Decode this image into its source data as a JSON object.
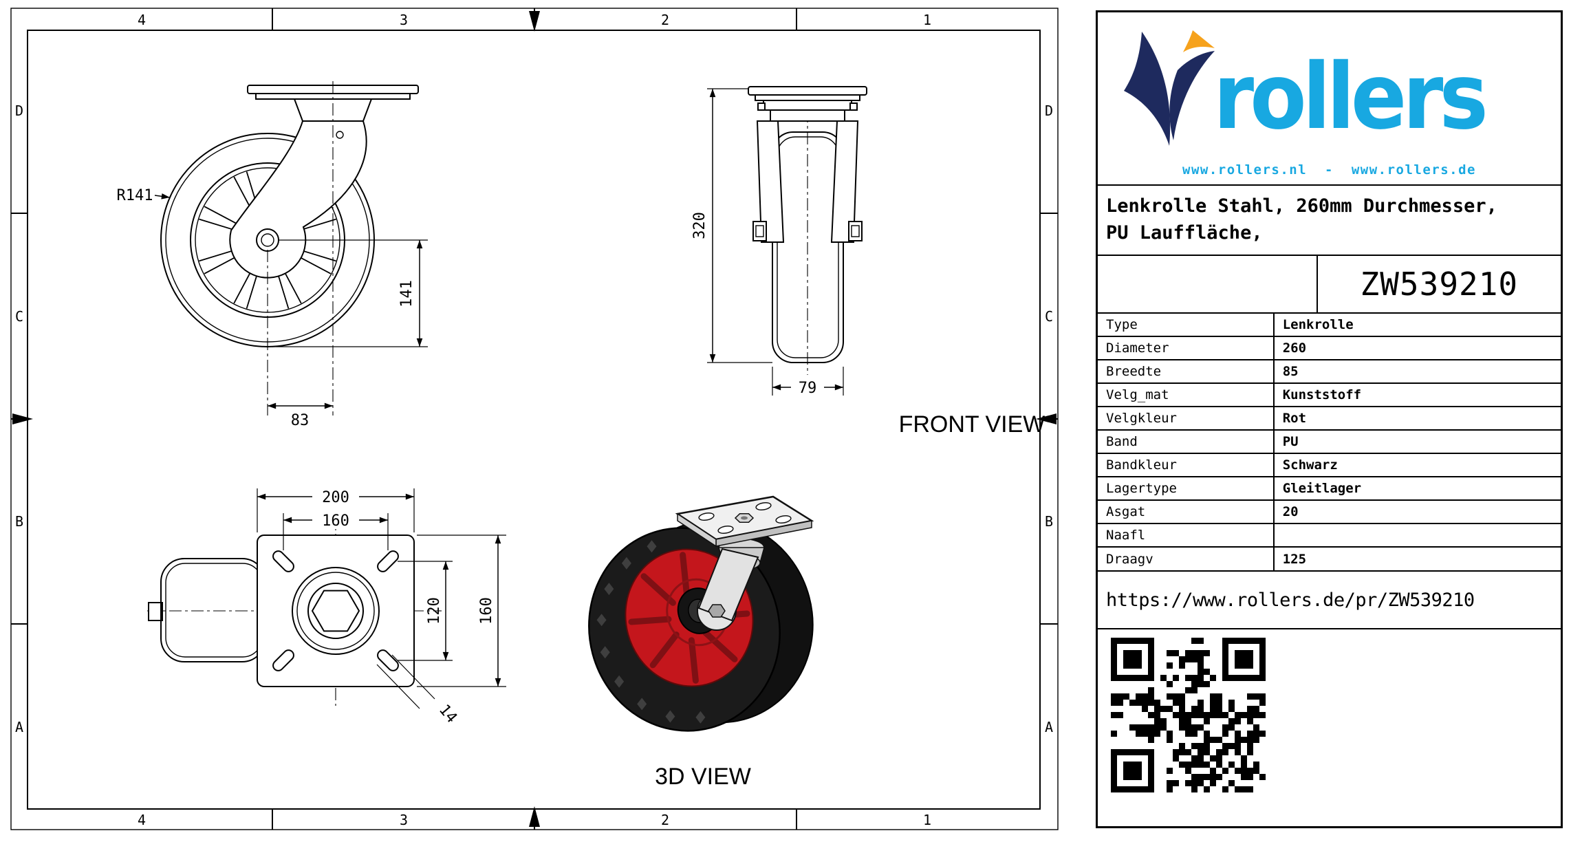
{
  "frame": {
    "zone_cols": [
      "4",
      "3",
      "2",
      "1"
    ],
    "zone_rows": [
      "D",
      "C",
      "B",
      "A"
    ]
  },
  "views": {
    "front_view_label": "FRONT VIEW",
    "three_d_view_label": "3D VIEW"
  },
  "dimensions": {
    "side": {
      "radius": "R141",
      "center_height": "141",
      "swivel_offset": "83"
    },
    "front": {
      "total_height": "320",
      "wheel_width": "79"
    },
    "plate": {
      "plate_length": "200",
      "bolt_pattern_length": "160",
      "bolt_pattern_width": "120",
      "plate_width": "160",
      "bolt_hole": "14"
    }
  },
  "title_block": {
    "logo_text": "rollers",
    "websites": "www.rollers.nl  -  www.rollers.de",
    "title_line1": "Lenkrolle Stahl, 260mm Durchmesser,",
    "title_line2": "PU Lauffläche,",
    "part_number": "ZW539210",
    "properties": [
      {
        "label": "Type",
        "value": "Lenkrolle"
      },
      {
        "label": "Diameter",
        "value": "260"
      },
      {
        "label": "Breedte",
        "value": "85"
      },
      {
        "label": "Velg_mat",
        "value": "Kunststoff"
      },
      {
        "label": "Velgkleur",
        "value": "Rot"
      },
      {
        "label": "Band",
        "value": "PU"
      },
      {
        "label": "Bandkleur",
        "value": "Schwarz"
      },
      {
        "label": "Lagertype",
        "value": "Gleitlager"
      },
      {
        "label": "Asgat",
        "value": "20"
      },
      {
        "label": "Naafl",
        "value": ""
      },
      {
        "label": "Draagv",
        "value": "125"
      }
    ],
    "product_url": "https://www.rollers.de/pr/ZW539210"
  },
  "colors": {
    "logo_blue": "#18a8e1",
    "logo_navy": "#1e2a5e",
    "logo_orange": "#f6a21c",
    "rim_red": "#c4161c",
    "tire_black": "#1b1b1b",
    "line": "#000000"
  }
}
